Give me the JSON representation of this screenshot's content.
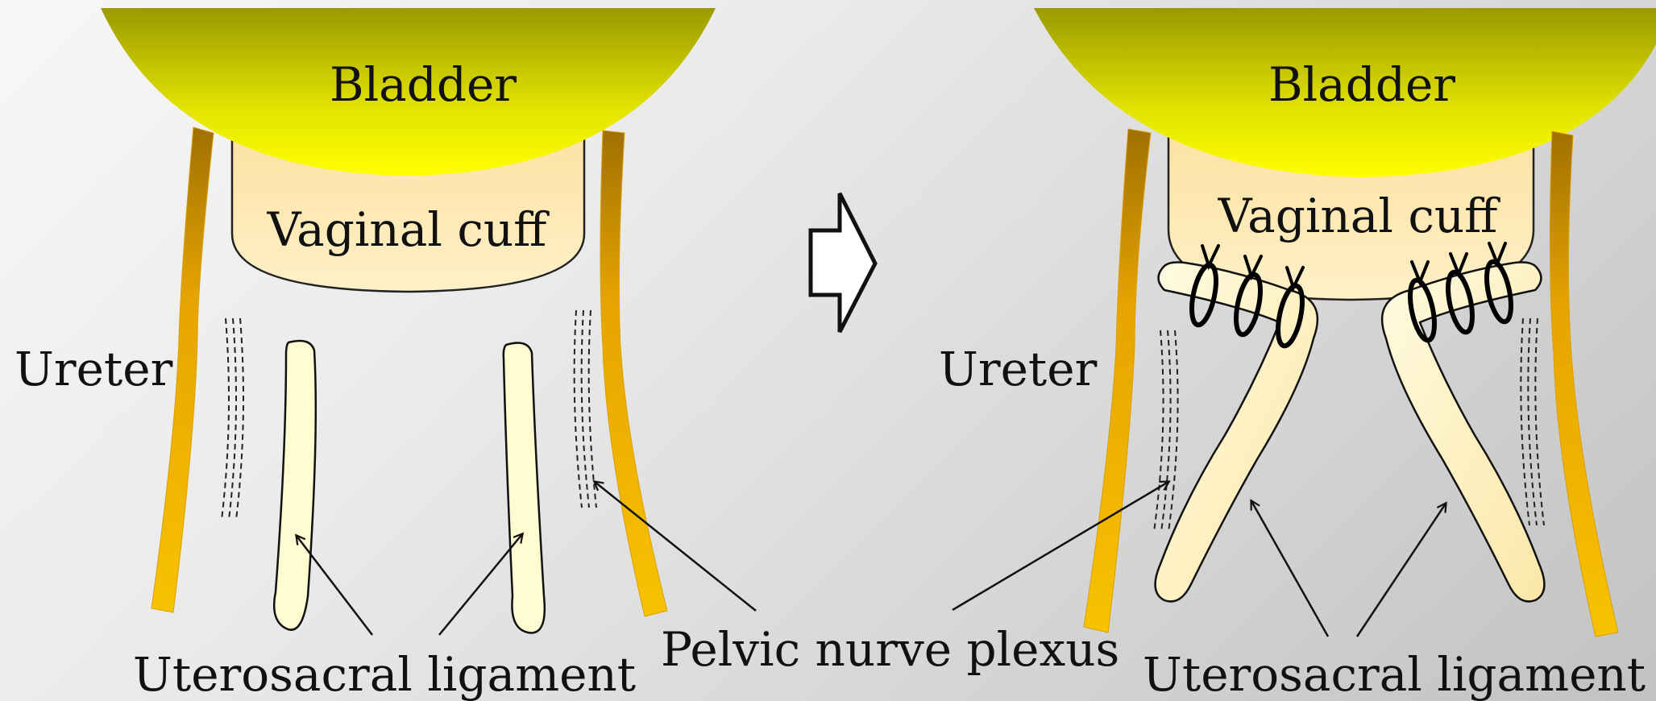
{
  "left_panel": {
    "bladder_label": "Bladder",
    "vaginal_cuff_label": "Vaginal cuff",
    "ureter_label": "Ureter",
    "uterosacral_label": "Uterosacral ligament"
  },
  "right_panel": {
    "bladder_label": "Bladder",
    "vaginal_cuff_label": "Vaginal cuff",
    "ureter_label": "Ureter",
    "uterosacral_label": "Uterosacral ligament"
  },
  "shared": {
    "pelvic_plexus_label": "Pelvic nurve plexus",
    "transition_arrow_icon": "right-arrow-icon"
  },
  "colors": {
    "bladder_top": "#9a9a00",
    "bladder_bottom": "#f5f500",
    "cuff": "#fde4a6",
    "ureter": "#e0a200",
    "ligament": "#fffbd0"
  }
}
